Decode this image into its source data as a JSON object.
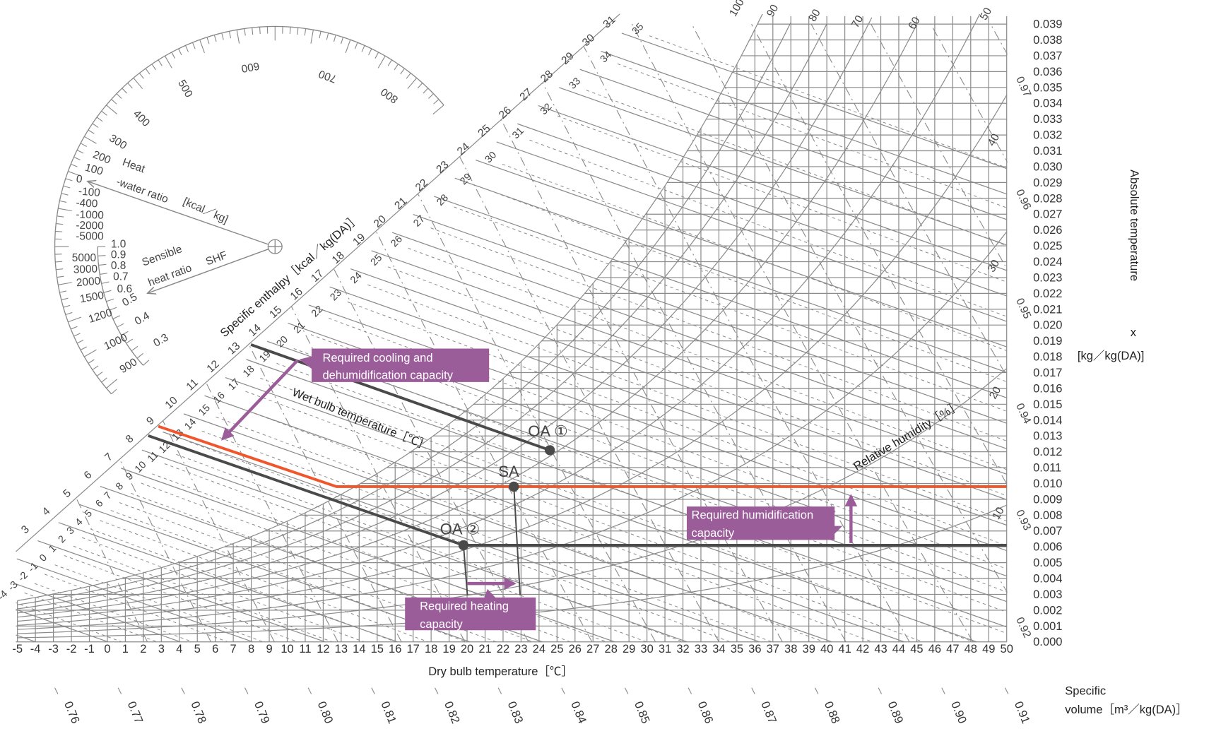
{
  "chart_data": {
    "type": "psychrometric",
    "x_axis": {
      "label": "Dry bulb temperature［℃］",
      "ticks": [
        "-5",
        "-4",
        "-3",
        "-2",
        "-1",
        "0",
        "1",
        "2",
        "3",
        "4",
        "5",
        "6",
        "7",
        "8",
        "9",
        "10",
        "11",
        "12",
        "13",
        "14",
        "15",
        "16",
        "17",
        "18",
        "19",
        "20",
        "21",
        "22",
        "23",
        "24",
        "25",
        "26",
        "27",
        "28",
        "29",
        "30",
        "31",
        "32",
        "33",
        "34",
        "35",
        "36",
        "37",
        "38",
        "39",
        "40",
        "41",
        "42",
        "43",
        "44",
        "45",
        "46",
        "47",
        "48",
        "49",
        "50"
      ],
      "range": [
        -5,
        50
      ]
    },
    "y_axis": {
      "label": "Absolute temperature",
      "symbol": "x",
      "unit": "[kg／kg(DA)]",
      "ticks": [
        "0.000",
        "0.001",
        "0.002",
        "0.003",
        "0.004",
        "0.005",
        "0.006",
        "0.007",
        "0.008",
        "0.009",
        "0.010",
        "0.011",
        "0.012",
        "0.013",
        "0.014",
        "0.015",
        "0.016",
        "0.017",
        "0.018",
        "0.019",
        "0.020",
        "0.021",
        "0.022",
        "0.023",
        "0.024",
        "0.025",
        "0.026",
        "0.027",
        "0.028",
        "0.029",
        "0.030",
        "0.031",
        "0.032",
        "0.033",
        "0.034",
        "0.035",
        "0.036",
        "0.037",
        "0.038",
        "0.039"
      ],
      "range": [
        0,
        0.039
      ]
    },
    "enthalpy": {
      "label": "Specific enthalpy［kcal／kg(DA)］",
      "ticks": [
        "3",
        "4",
        "5",
        "6",
        "7",
        "8",
        "9",
        "10",
        "11",
        "12",
        "13",
        "14",
        "15",
        "16",
        "17",
        "18",
        "19",
        "20",
        "21",
        "22",
        "23",
        "24",
        "25",
        "26",
        "27",
        "28",
        "29",
        "30",
        "31"
      ]
    },
    "wet_bulb": {
      "label": "Wet bulb temperature［℃］",
      "ticks": [
        "-4",
        "-3",
        "-2",
        "-1",
        "0",
        "1",
        "2",
        "3",
        "4",
        "5",
        "6",
        "7",
        "8",
        "9",
        "10",
        "11",
        "12",
        "13",
        "14",
        "15",
        "16",
        "17",
        "18",
        "19",
        "20",
        "21",
        "22",
        "23",
        "24",
        "25",
        "26",
        "27",
        "28",
        "29",
        "30",
        "31",
        "32",
        "33",
        "34",
        "35"
      ]
    },
    "relative_humidity": {
      "label": "Relative humidity［%］",
      "ticks": [
        "100",
        "90",
        "80",
        "70",
        "60",
        "50",
        "40",
        "30",
        "20",
        "10"
      ],
      "values": [
        100,
        90,
        80,
        70,
        60,
        50,
        40,
        30,
        20,
        10
      ]
    },
    "specific_volume": {
      "label_line1": "Specific",
      "label_line2": "volume［m³／kg(DA)］",
      "bottom_ticks": [
        "0.76",
        "0.77",
        "0.78",
        "0.79",
        "0.80",
        "0.81",
        "0.82",
        "0.83",
        "0.84",
        "0.85",
        "0.86",
        "0.87",
        "0.88",
        "0.89",
        "0.90",
        "0.91"
      ],
      "right_ticks": [
        "0.97",
        "0.96",
        "0.95",
        "0.94",
        "0.93",
        "0.92"
      ],
      "right_values": [
        0.97,
        0.96,
        0.95,
        0.94,
        0.93,
        0.92
      ]
    },
    "protractor": {
      "heat_water_title1": "Heat",
      "heat_water_title2": "-water ratio",
      "heat_water_unit": "[kcal／kg]",
      "heat_water_ticks": [
        "800",
        "700",
        "600",
        "500",
        "400",
        "300",
        "200",
        "100",
        "0",
        "-100",
        "-400",
        "-1000",
        "-2000",
        "-5000",
        "5000",
        "3000",
        "2000",
        "1500",
        "1200",
        "1000",
        "900"
      ],
      "shf_title1": "Sensible",
      "shf_title2": "heat ratio",
      "shf_symbol": "SHF",
      "shf_ticks": [
        "1.0",
        "0.9",
        "0.8",
        "0.7",
        "0.6",
        "0.5",
        "0.4",
        "0.3"
      ]
    },
    "state_points": [
      {
        "label": "OA ①",
        "dry_bulb": 24.6,
        "abs_humidity": 0.0121
      },
      {
        "label": "SA",
        "dry_bulb": 22.6,
        "abs_humidity": 0.0098
      },
      {
        "label": "OA ②",
        "dry_bulb": 19.8,
        "abs_humidity": 0.0061
      }
    ],
    "annotations": {
      "cooling_line1": "Required cooling and",
      "cooling_line2": "dehumidification capacity",
      "humidification_line1": "Required humidification",
      "humidification_line2": "capacity",
      "heating_line1": "Required heating",
      "heating_line2": "capacity"
    },
    "colors": {
      "grid": "#8a8a8a",
      "process_red": "#f0552b",
      "process_dark": "#4a4a4a",
      "annotation_purple": "#9b5c9a"
    }
  }
}
